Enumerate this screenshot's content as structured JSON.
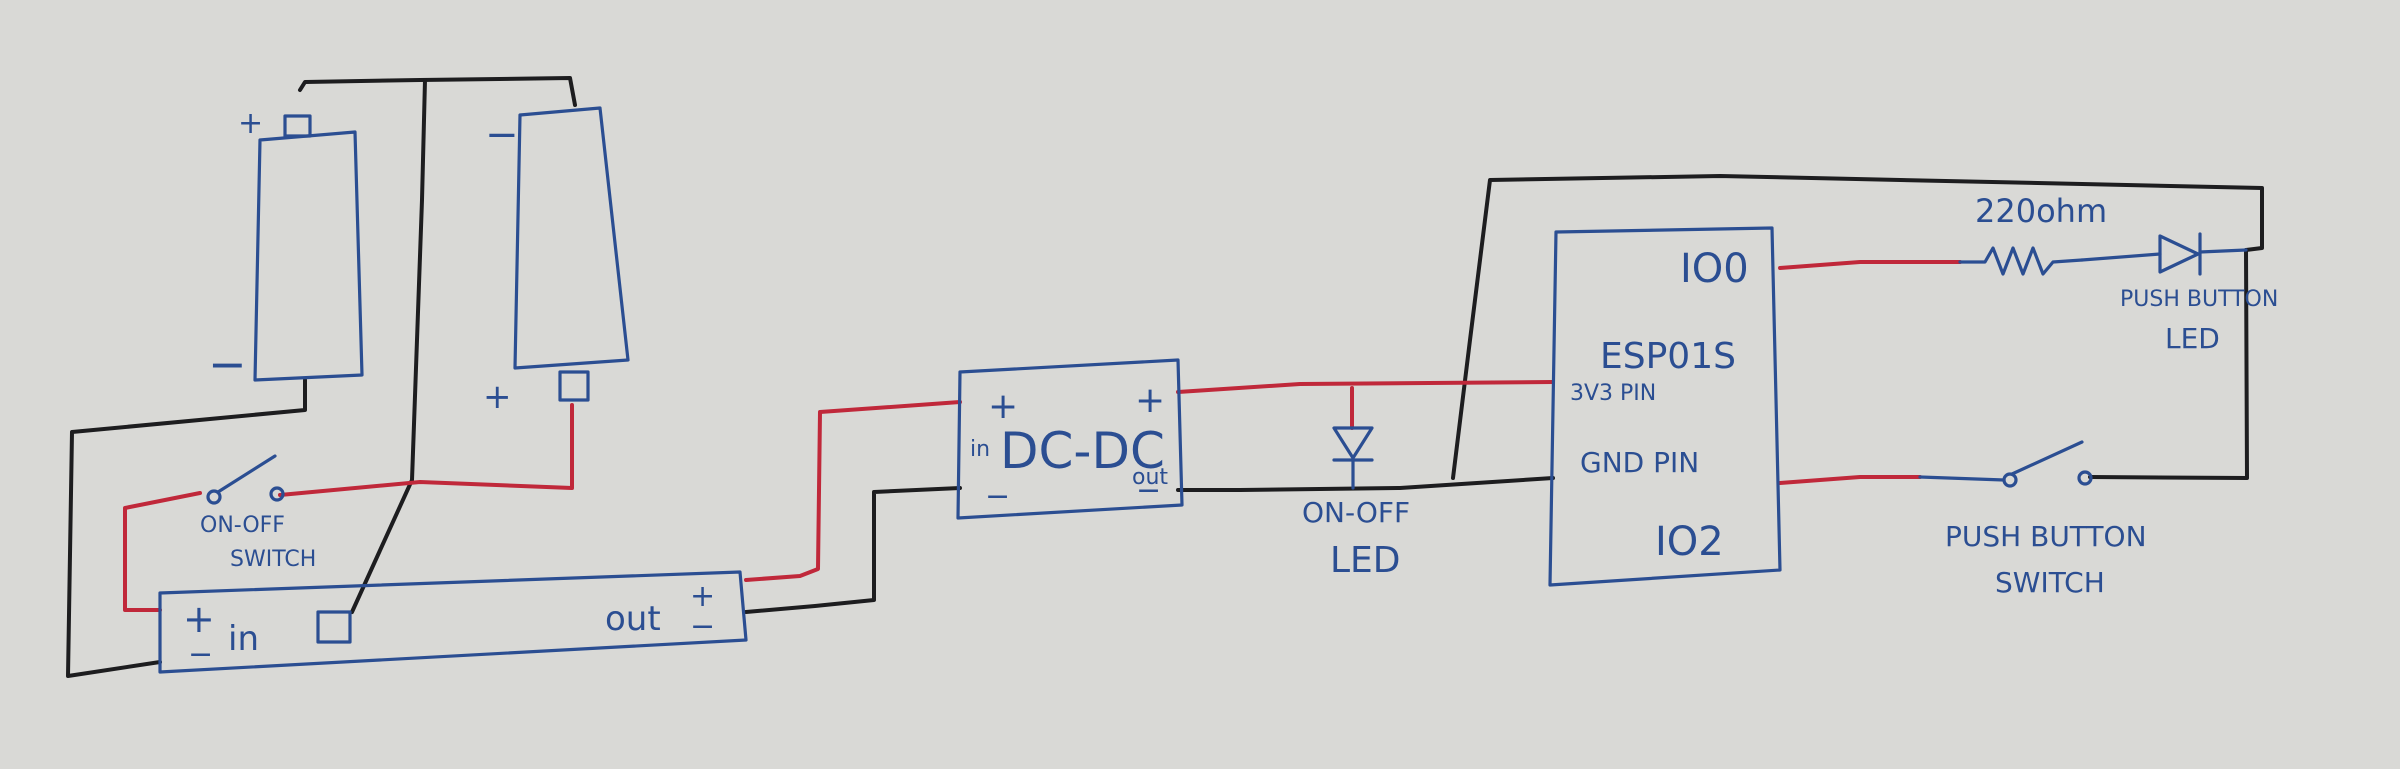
{
  "battery_left": {
    "plus": "+",
    "minus": "−"
  },
  "battery_right": {
    "plus": "+",
    "minus": "−"
  },
  "onoff_switch": {
    "line1": "ON-OFF",
    "line2": "SWITCH"
  },
  "charger_board": {
    "in_plus": "+",
    "in_minus": "−",
    "in_label": "in",
    "out_label": "out",
    "out_plus": "+",
    "out_minus": "−"
  },
  "dcdc": {
    "in_label": "in",
    "title": "DC-DC",
    "out_label": "out",
    "in_plus": "+",
    "in_minus": "−",
    "out_plus": "+",
    "out_minus": "−"
  },
  "onoff_led": {
    "line1": "ON-OFF",
    "line2": "LED"
  },
  "esp": {
    "title": "ESP01S",
    "pin_io0": "IO0",
    "pin_3v3": "3V3 PIN",
    "pin_gnd": "GND PIN",
    "pin_io2": "IO2"
  },
  "resistor": {
    "label": "220ohm"
  },
  "push_led": {
    "line1": "PUSH BUTTON",
    "line2": "LED"
  },
  "push_switch": {
    "line1": "PUSH BUTTON",
    "line2": "SWITCH"
  },
  "colors": {
    "positive_wire": "#c0283a",
    "ground_wire": "#1d1d1f",
    "ink": "#2b4e92",
    "paper": "#d9d9d6"
  }
}
